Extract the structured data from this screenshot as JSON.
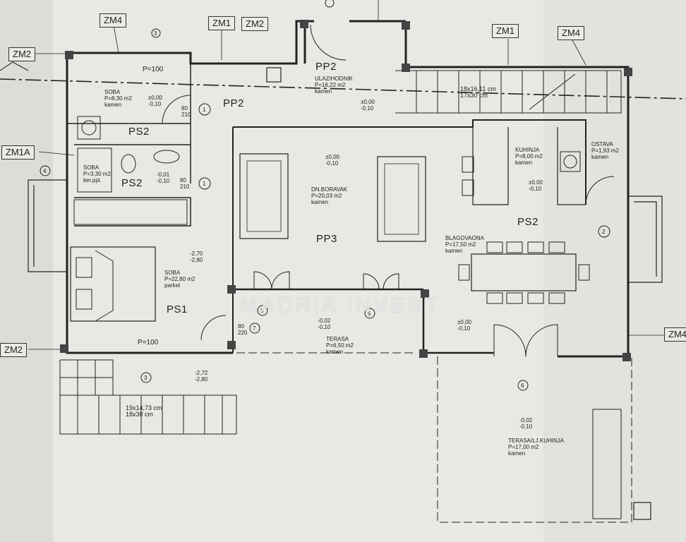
{
  "tags": {
    "zm4_top": "ZM4",
    "zm1_top": "ZM1",
    "zm2_top": "ZM2",
    "zm1_right": "ZM1",
    "zm4_right": "ZM4",
    "zm2_left": "ZM2",
    "zm1a_left": "ZM1A",
    "zm2_bottom": "ZM2",
    "zm4_edge": "ZM4"
  },
  "rooms": {
    "pp2_a": "PP2",
    "pp2_b": "PP2",
    "ps2_a": "PS2",
    "ps2_b": "PS2",
    "pp3": "PP3",
    "ps2_c": "PS2",
    "ps1": "PS1"
  },
  "labels": {
    "soba1": "SOBA\nP=8,30 m2\nkamen",
    "ulaz": "ULAZ/HODNIK\nP=16,22 m2\nkamen",
    "soba_bath": "SOBA\nP=3,30 m2\nker.ppl.",
    "boravak": "DN.BORAVAK\nP=20,03 m2\nkamen",
    "kuhinja": "KUHINJA\nP=8,00 m2\nkamen",
    "ostava": "OSTAVA\nP=1,93 m2\nkamen",
    "blagovaona": "BLAGOVAONA\nP=17,50 m2\nkamen",
    "soba2": "SOBA\nP=22,80 m2\nparket",
    "terasa": "TERASA\nP=6,50 m2\nkamen",
    "terasa_kuhinja": "TERASA/LJ.KUHINJA\nP=17,00 m2\nkamen",
    "stair_top": "18x16,11 cm\n17x30 cm",
    "stair_bottom": "19x14,73 cm\n18x30 cm",
    "p100_top": "P=100",
    "p100_bottom": "P=100"
  },
  "levels": {
    "l1": "±0,00\n-0,10",
    "l2": "±0,00\n-0,10",
    "l3": "±0,00\n-0,10",
    "l4": "-0,01\n-0,10",
    "l5": "±0,00\n-0,10",
    "l6": "-2,70\n-2,80",
    "l7": "-0,02\n-0,10",
    "l8": "±0,00\n-0,10",
    "l9": "-2,72\n-2,80",
    "l10": "-0,02\n-0,10"
  },
  "dims": {
    "d1": "80\n210",
    "d2": "80\n210",
    "d3": "80\n220"
  },
  "markers": [
    "3",
    "1",
    "1",
    "4",
    "2",
    "5",
    "5",
    "7",
    "3",
    "6"
  ],
  "watermark": "MADRIA INVEST"
}
